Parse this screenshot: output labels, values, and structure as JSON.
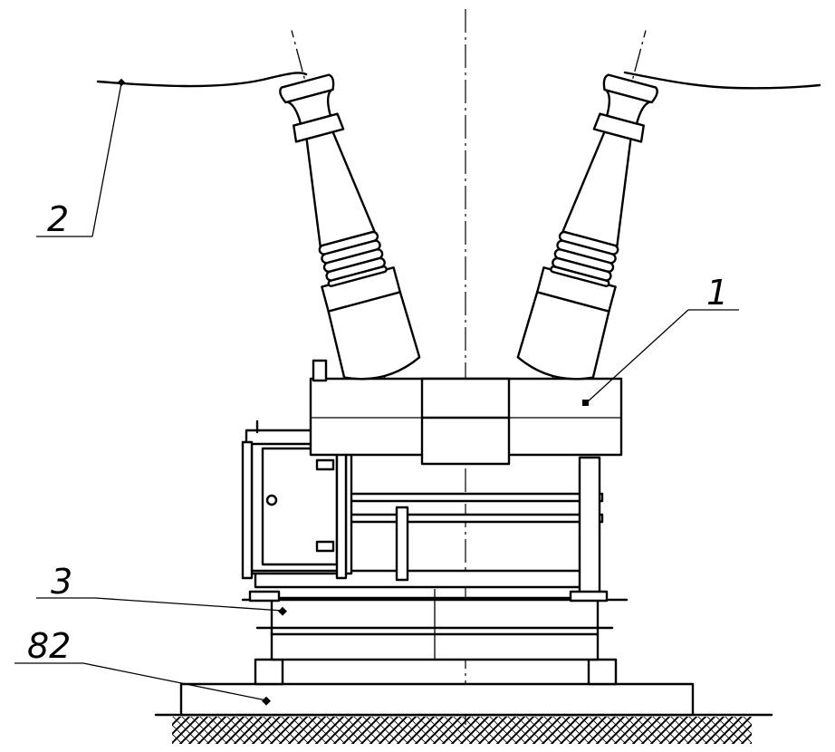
{
  "callouts": {
    "c1": "1",
    "c2": "2",
    "c3": "3",
    "c82": "82"
  }
}
